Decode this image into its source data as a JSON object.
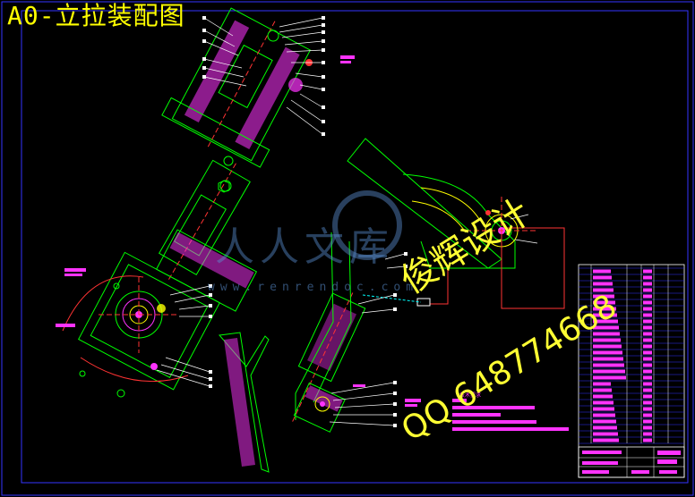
{
  "drawing": {
    "title": "A0-立拉装配图",
    "technical_requirements_label": "技术要求"
  },
  "watermark": {
    "brand_text": "人人文库",
    "url_text": "www.renrendoc.com",
    "designer_text": "俊辉设计",
    "qq_text": "QQ 648774668"
  },
  "colors": {
    "background": "#000000",
    "frame": "#3333ff",
    "outline": "#00ff00",
    "section_hatch": "#ff33ff",
    "centerline": "#ff3333",
    "leader": "#ffffff",
    "title_text": "#ffff00",
    "watermark_blue": "#5a8fd0",
    "hidden_line": "#00ffff"
  }
}
